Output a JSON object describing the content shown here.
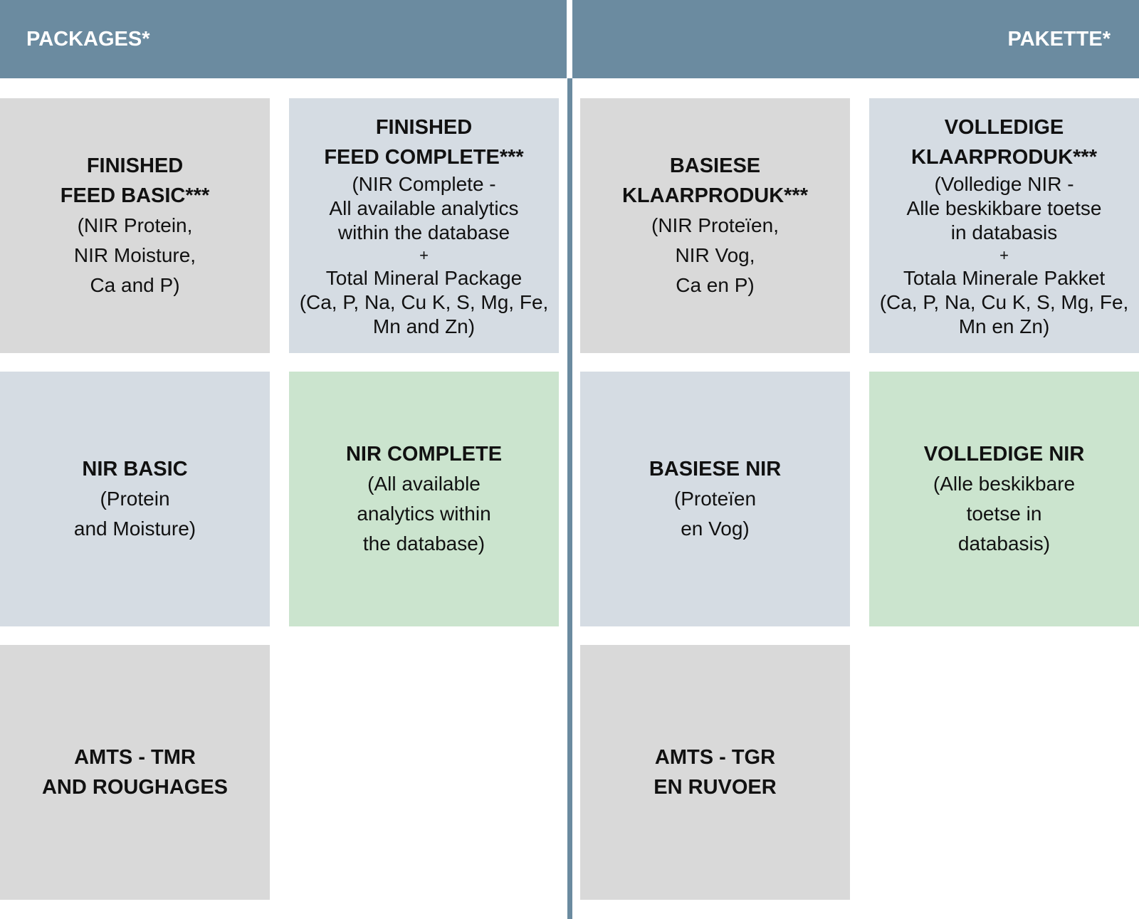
{
  "header": {
    "left_title": "PACKAGES*",
    "right_title": "PAKETTE*"
  },
  "english": {
    "finished_feed_basic": {
      "title": "FINISHED\nFEED BASIC***",
      "body": "(NIR Protein,\nNIR Moisture,\nCa and P)"
    },
    "finished_feed_complete": {
      "title": "FINISHED\nFEED COMPLETE***",
      "body_top": "(NIR Complete -\nAll available analytics\nwithin the database",
      "plus": "+",
      "body_bottom": "Total Mineral Package\n(Ca, P, Na, Cu K, S, Mg, Fe,\nMn and Zn)"
    },
    "nir_basic": {
      "title": "NIR BASIC",
      "body": "(Protein\nand Moisture)"
    },
    "nir_complete": {
      "title": "NIR COMPLETE",
      "body": "(All available\nanalytics within\nthe database)"
    },
    "amts": {
      "title": "AMTS - TMR\nAND ROUGHAGES"
    }
  },
  "afrikaans": {
    "basiese_klaarproduk": {
      "title": "BASIESE\nKLAARPRODUK***",
      "body": "(NIR Proteïen,\nNIR Vog,\nCa en P)"
    },
    "volledige_klaarproduk": {
      "title": "VOLLEDIGE\nKLAARPRODUK***",
      "body_top": "(Volledige NIR -\nAlle beskikbare toetse\nin databasis",
      "plus": "+",
      "body_bottom": "Totala Minerale Pakket\n(Ca, P, Na, Cu K, S, Mg, Fe,\nMn en Zn)"
    },
    "basiese_nir": {
      "title": "BASIESE NIR",
      "body": "(Proteïen\nen Vog)"
    },
    "volledige_nir": {
      "title": "VOLLEDIGE NIR",
      "body": "(Alle beskikbare\ntoetse in\ndatabasis)"
    },
    "amts": {
      "title": "AMTS - TGR\nEN RUVOER"
    }
  },
  "colors": {
    "header": "#6b8ba0",
    "grey_card": "#d9d9d9",
    "blue_card": "#d5dce3",
    "green_card": "#cbe4ce"
  }
}
